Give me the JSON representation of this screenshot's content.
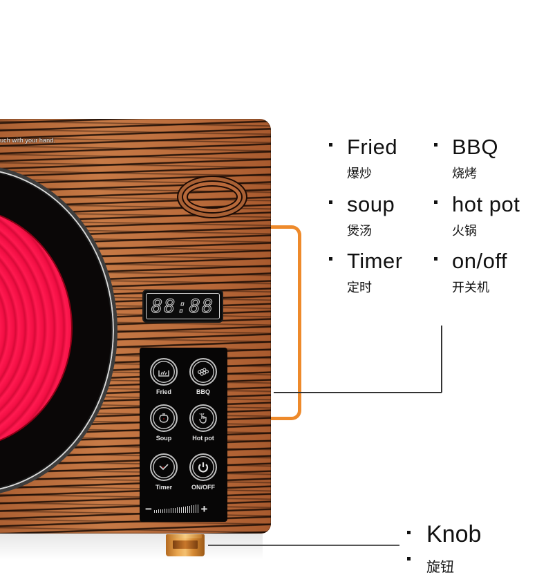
{
  "cooktop": {
    "warning_text": "uch with your hand.",
    "display_digits": "88:88",
    "colors": {
      "wood": "#b8693a",
      "wood_grain": "#1b0a03",
      "burner_glow": "#f20f44",
      "handle": "#ee8a2b",
      "knob_gold": "#e9a650",
      "pad_black": "#070606"
    },
    "buttons": [
      {
        "id": "fried",
        "label": "Fried",
        "icon": "fry-pan-icon"
      },
      {
        "id": "bbq",
        "label": "BBQ",
        "icon": "grill-icon"
      },
      {
        "id": "soup",
        "label": "Soup",
        "icon": "pot-icon"
      },
      {
        "id": "hotpot",
        "label": "Hot pot",
        "icon": "hand-touch-icon"
      },
      {
        "id": "timer",
        "label": "Timer",
        "icon": "clock-icon"
      },
      {
        "id": "onoff",
        "label": "ON/OFF",
        "icon": "power-icon"
      }
    ],
    "slider": {
      "minus": "−",
      "plus": "+"
    }
  },
  "features": [
    {
      "en": "Fried",
      "zh": "爆炒"
    },
    {
      "en": "BBQ",
      "zh": "烧烤"
    },
    {
      "en": "soup",
      "zh": "煲汤"
    },
    {
      "en": "hot pot",
      "zh": "火锅"
    },
    {
      "en": "Timer",
      "zh": "定时"
    },
    {
      "en": "on/off",
      "zh": "开关机"
    }
  ],
  "knob_callout": {
    "en": "Knob",
    "zh": "旋钮"
  }
}
